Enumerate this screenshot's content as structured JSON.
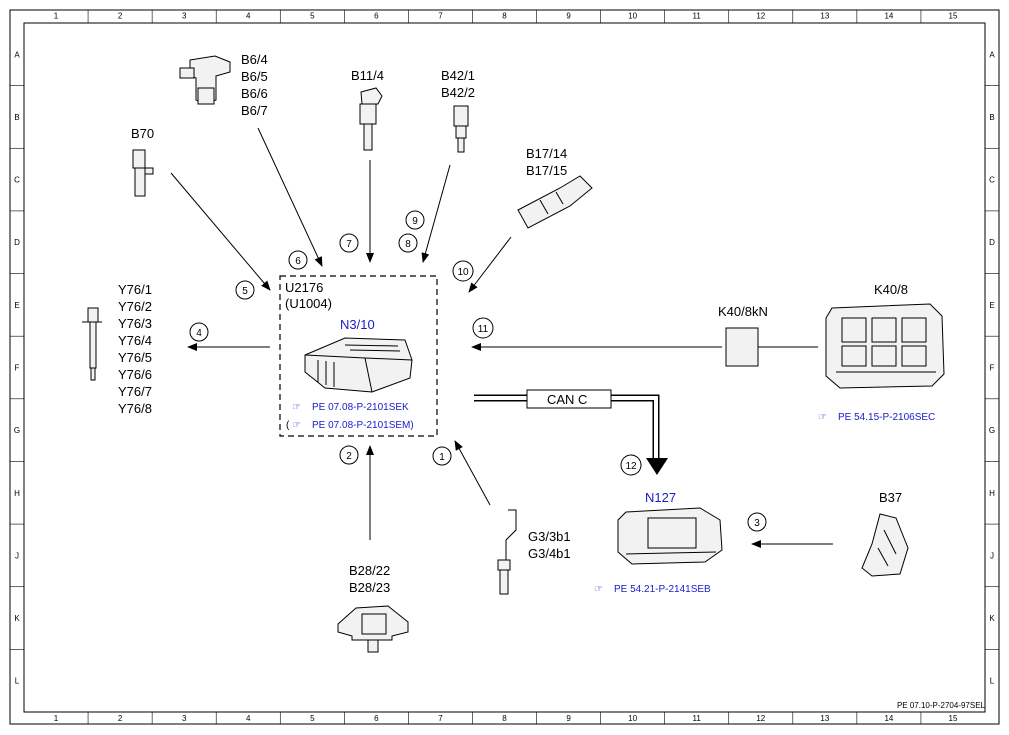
{
  "grid": {
    "columns": [
      "1",
      "2",
      "3",
      "4",
      "5",
      "6",
      "7",
      "8",
      "9",
      "10",
      "11",
      "12",
      "13",
      "14",
      "15"
    ],
    "rows": [
      "A",
      "B",
      "C",
      "D",
      "E",
      "F",
      "G",
      "H",
      "J",
      "K",
      "L"
    ]
  },
  "control_unit": {
    "label": "U2176",
    "label2": "(U1004)",
    "name": "N3/10",
    "ref1": "PE 07.08-P-2101SEK",
    "ref2": "PE 07.08-P-2101SEM)",
    "ref2_prefix": "("
  },
  "components": {
    "b6": [
      "B6/4",
      "B6/5",
      "B6/6",
      "B6/7"
    ],
    "b11": "B11/4",
    "b42": [
      "B42/1",
      "B42/2"
    ],
    "b70": "B70",
    "b17": [
      "B17/14",
      "B17/15"
    ],
    "y76": [
      "Y76/1",
      "Y76/2",
      "Y76/3",
      "Y76/4",
      "Y76/5",
      "Y76/6",
      "Y76/7",
      "Y76/8"
    ],
    "k40_8kn": "K40/8kN",
    "k40_8": "K40/8",
    "k40_ref": "PE 54.15-P-2106SEC",
    "can": "CAN C",
    "n127": "N127",
    "n127_ref": "PE 54.21-P-2141SEB",
    "b37": "B37",
    "g3": [
      "G3/3b1",
      "G3/4b1"
    ],
    "b28": [
      "B28/22",
      "B28/23"
    ]
  },
  "signals": [
    "1",
    "2",
    "3",
    "4",
    "5",
    "6",
    "7",
    "8",
    "9",
    "10",
    "11",
    "12"
  ],
  "footer": "PE 07.10-P-2704-97SEL"
}
